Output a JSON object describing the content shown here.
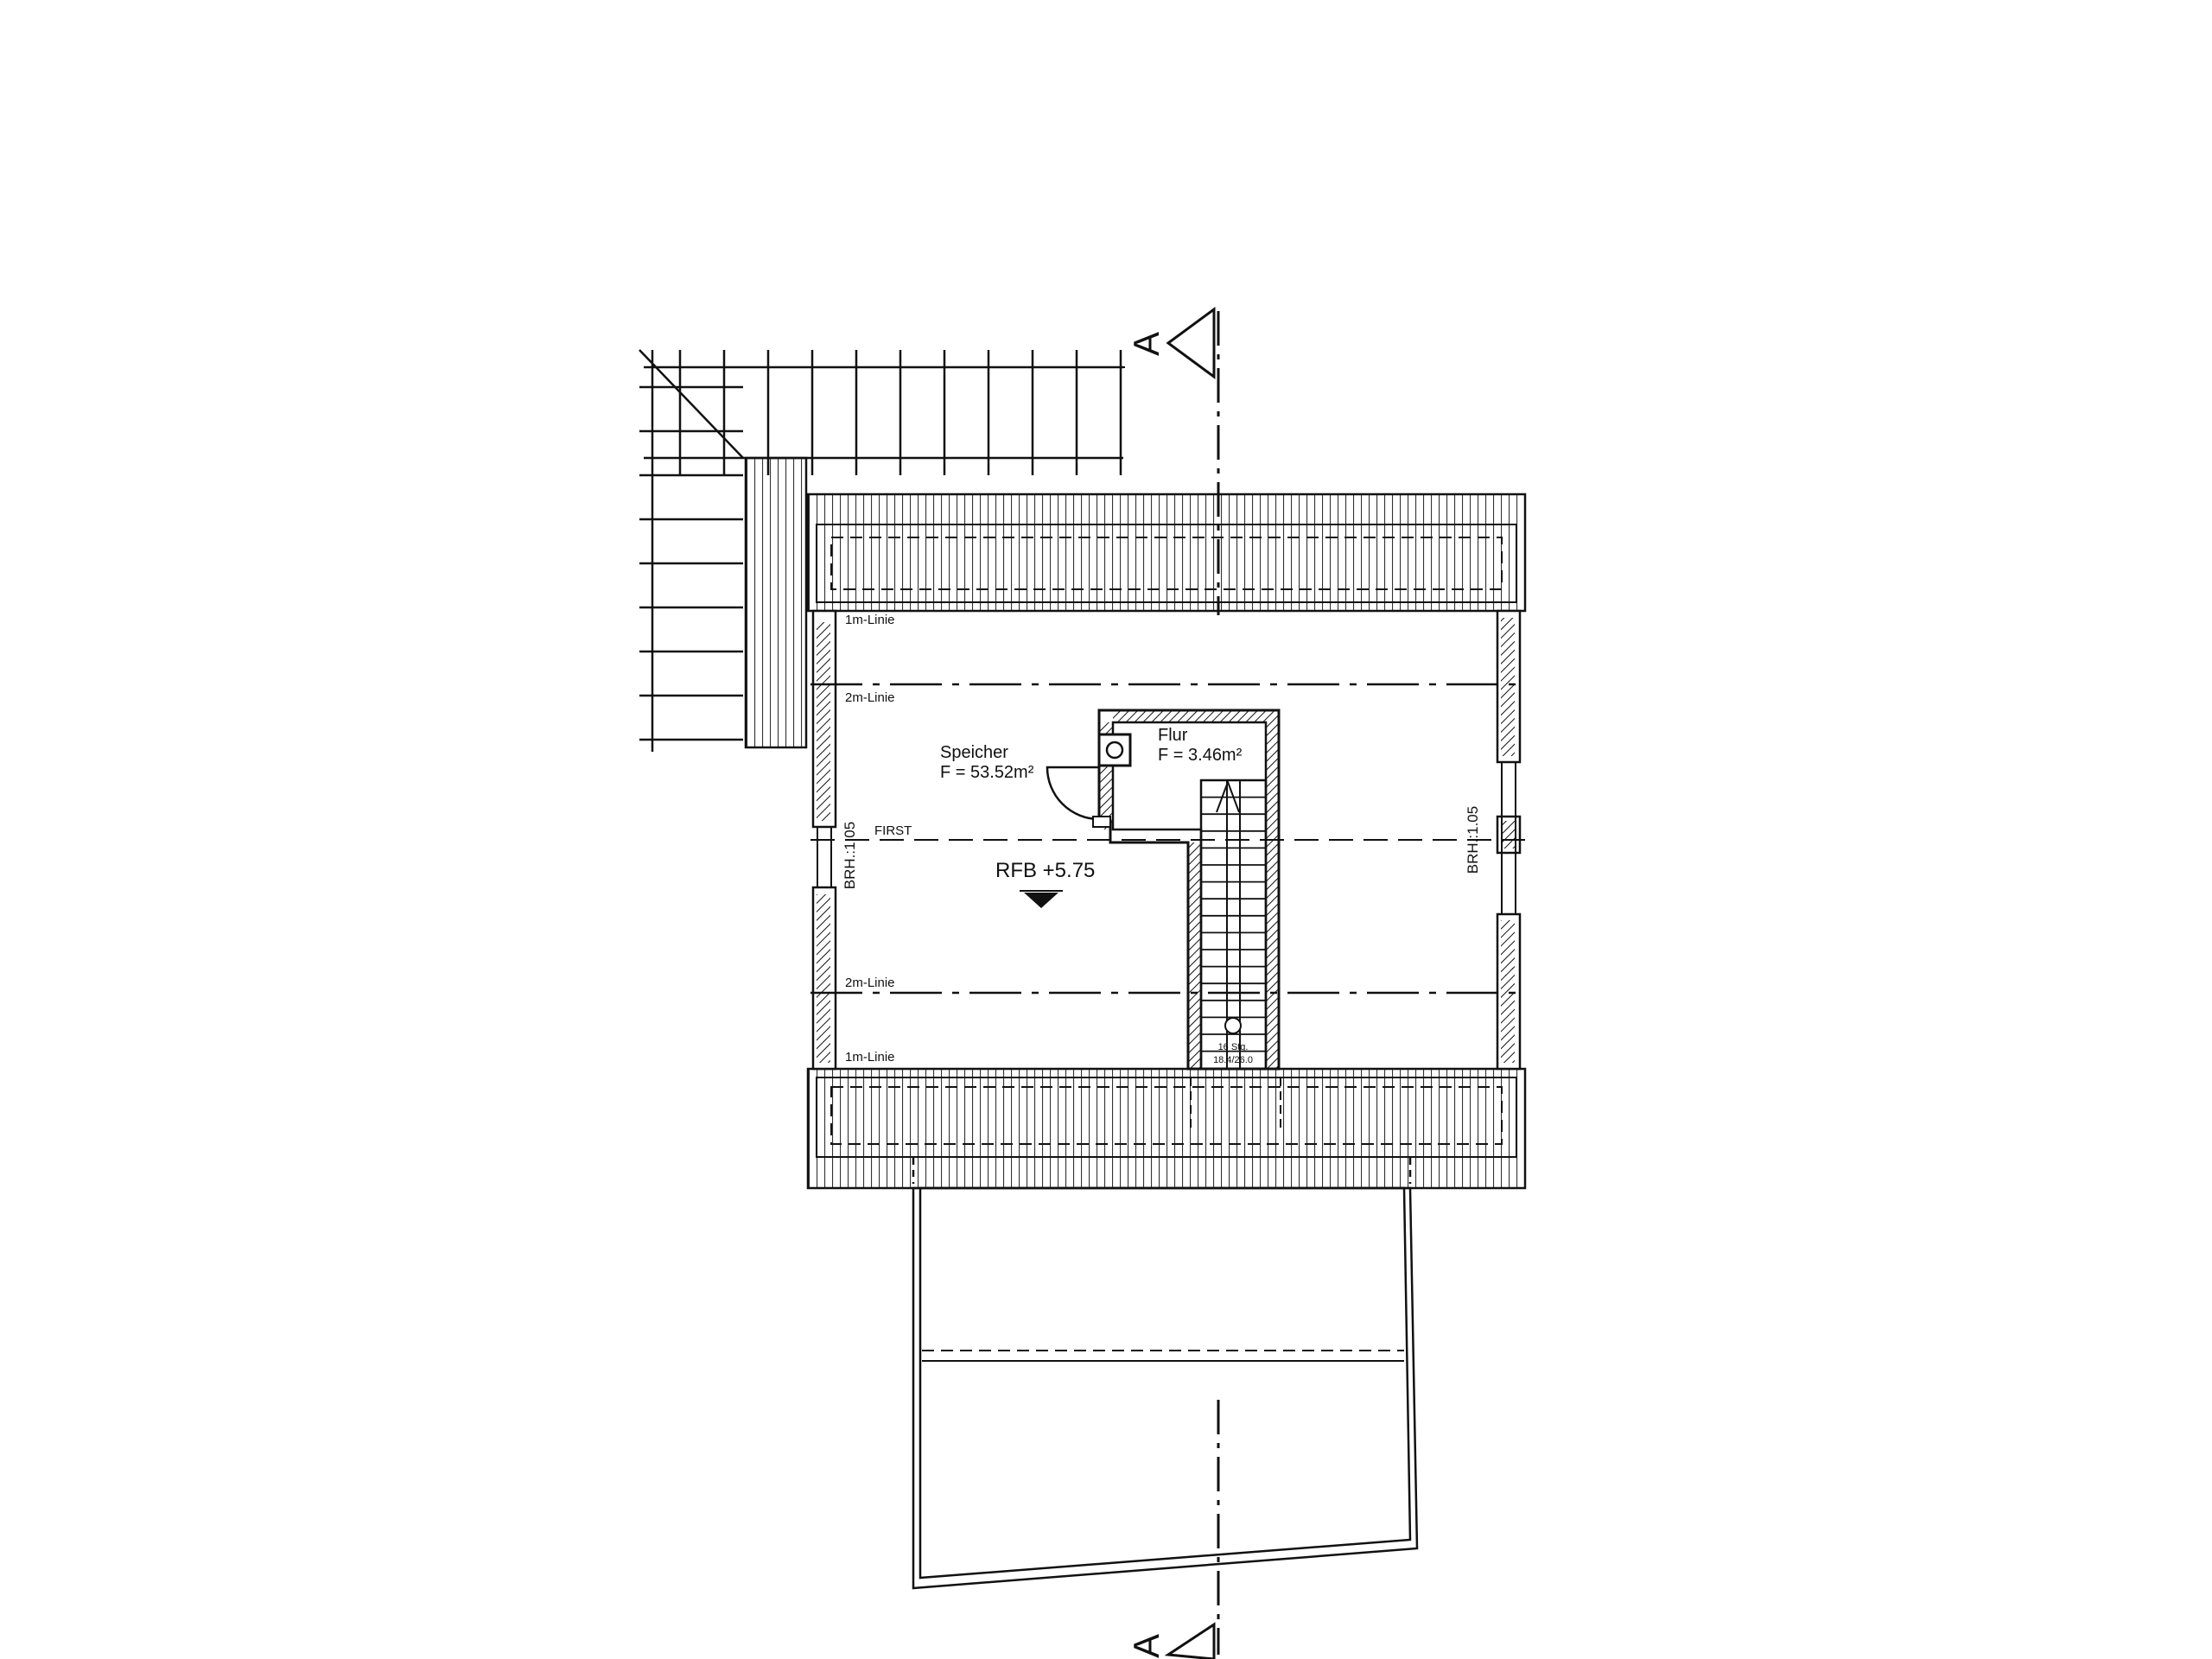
{
  "drawing": {
    "section_marker": "A",
    "rooms": [
      {
        "name": "Speicher",
        "area": "F = 53.52m²"
      },
      {
        "name": "Flur",
        "area": "F = 3.46m²"
      }
    ],
    "level": "RFB +5.75",
    "lines": {
      "one_m_top": "1m-Linie",
      "two_m_top": "2m-Linie",
      "first": "FIRST",
      "two_m_bottom": "2m-Linie",
      "one_m_bottom": "1m-Linie"
    },
    "brh_left": "BRH.:1.05",
    "brh_right": "BRH.:1.05",
    "stair": {
      "steps": "16 Stg.",
      "ratio": "18.4/26.0"
    },
    "colors": {
      "ink": "#111111",
      "paper": "#ffffff"
    }
  }
}
